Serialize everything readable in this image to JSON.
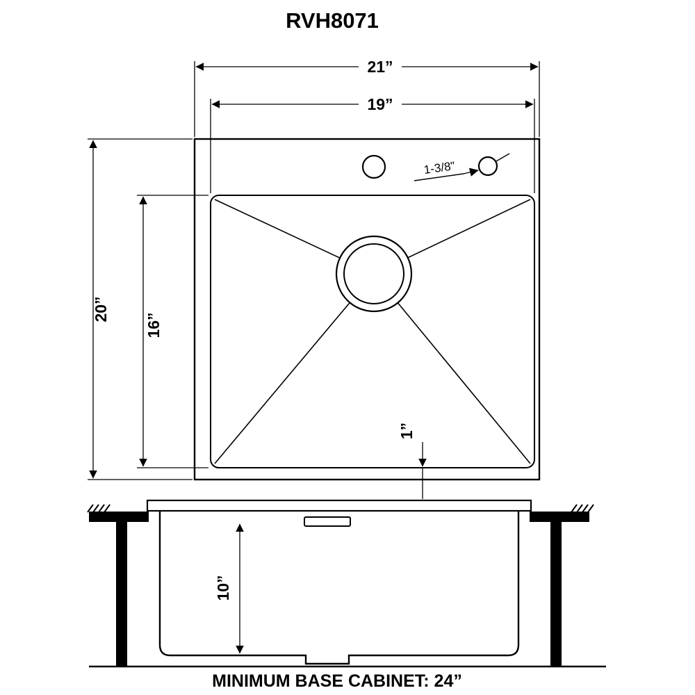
{
  "title": "RVH8071",
  "colors": {
    "line": "#000000",
    "background": "#ffffff"
  },
  "top_view": {
    "dimensions": {
      "overall_width": "21”",
      "bowl_width": "19”",
      "overall_depth": "20”",
      "bowl_depth": "16”",
      "rear_ledge": "1”",
      "faucet_hole_diameter": "1-3/8\""
    }
  },
  "side_view": {
    "dimensions": {
      "bowl_depth": "10”"
    },
    "note": "MINIMUM BASE CABINET: 24”"
  }
}
